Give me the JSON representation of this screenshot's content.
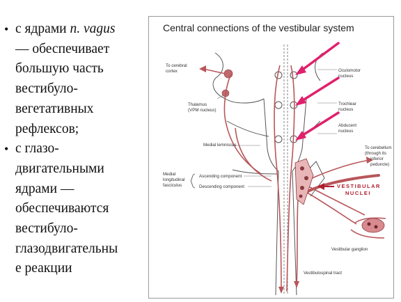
{
  "slide": {
    "bullets": [
      {
        "line1_prefix": "с ядрами ",
        "line1_italic": "n. vagus",
        "lines": [
          "— обеспечивает",
          "большую часть",
          "вестибуло-",
          "вегетативных",
          "рефлексов;"
        ]
      },
      {
        "lines": [
          "с глазо-",
          "двигательными",
          "ядрами —",
          "обеспечиваются",
          "вестибуло-",
          "глазодвигательны",
          "е реакции"
        ]
      }
    ]
  },
  "figure": {
    "title": "Central connections of the vestibular system",
    "labels": {
      "cerebral_cortex": [
        "To cerebral",
        "cortex"
      ],
      "thalamus": [
        "Thalamus",
        "(VPM nucleus)"
      ],
      "medial_lemniscus": "Medial lemniscus",
      "oculomotor": [
        "Oculomotor",
        "nucleus"
      ],
      "trochlear": [
        "Trochlear",
        "nucleus"
      ],
      "abducent": [
        "Abducent",
        "nucleus"
      ],
      "cerebellum": [
        "To cerebellum",
        "(through its",
        "inferior",
        "peduncle)"
      ],
      "mlf": [
        "Medial",
        "longitudinal",
        "fasciculus"
      ],
      "ascending": "Ascending component",
      "descending": "Descending component",
      "vestibular_nuclei": [
        "VESTIBULAR",
        "NUCLEI"
      ],
      "vestibular_ganglion": "Vestibular ganglion",
      "vestibulospinal": "Vestibulospinal tract"
    },
    "colors": {
      "tract": "#b8565a",
      "arrow": "#e0206c",
      "line": "#555555"
    }
  }
}
